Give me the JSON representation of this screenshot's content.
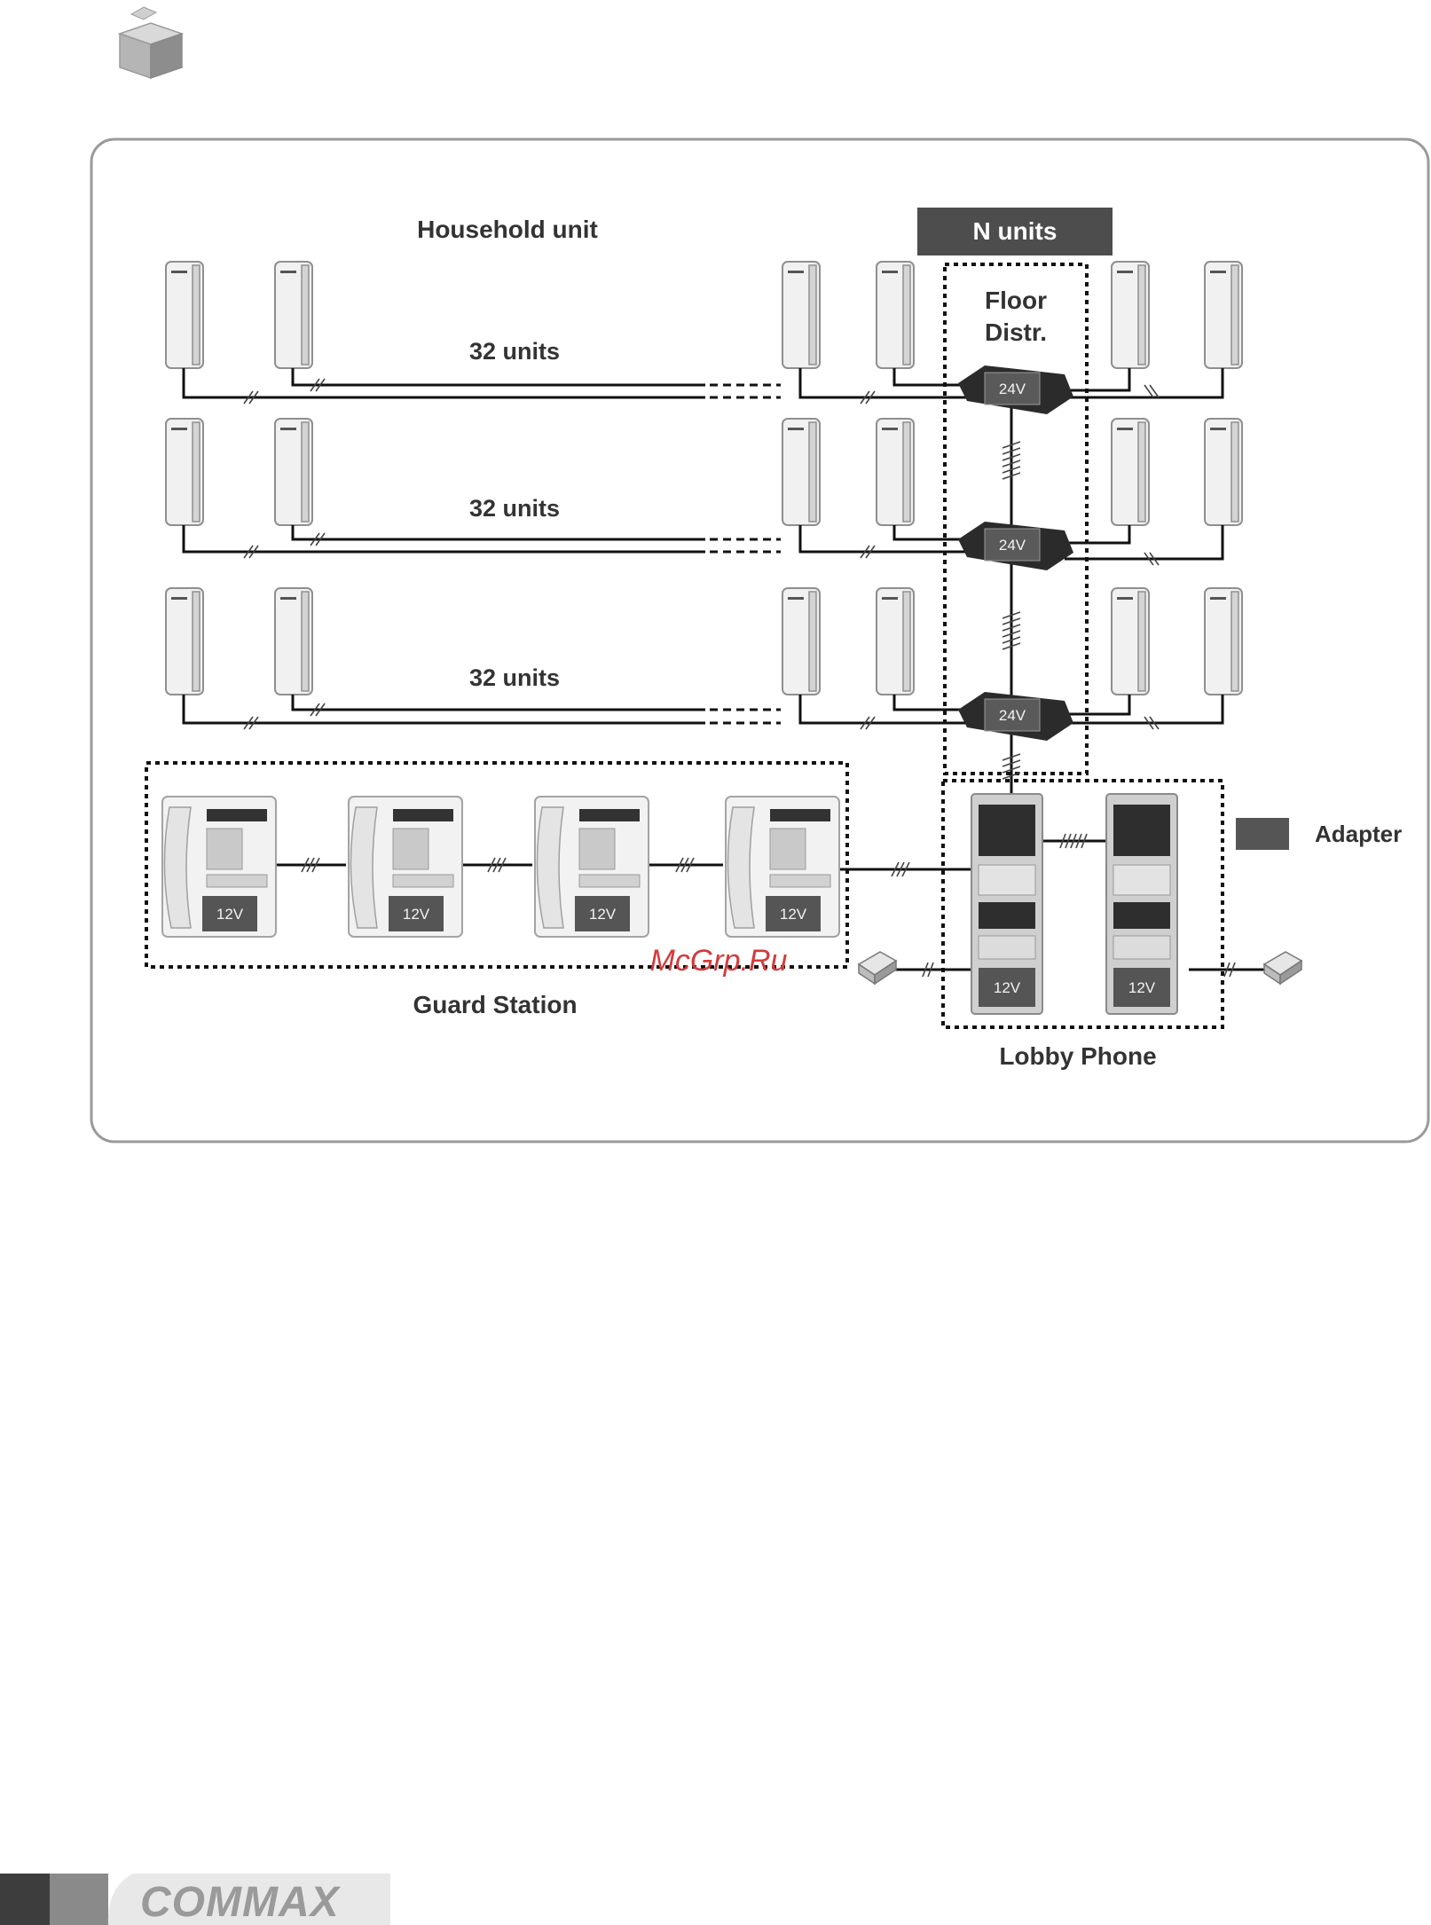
{
  "labels": {
    "household_unit": "Household unit",
    "n_units": "N units",
    "floor_distr_line1": "Floor",
    "floor_distr_line2": "Distr.",
    "row_units": [
      "32 units",
      "32 units",
      "32 units"
    ],
    "distributor_voltage": "24V",
    "station_voltage": "12V",
    "adapter": "Adapter",
    "guard_station": "Guard Station",
    "lobby_phone": "Lobby Phone",
    "watermark": "McGrp.Ru"
  },
  "brand": {
    "logo_text": "COMMAX"
  },
  "icons": {
    "header": "package-box-icon",
    "household": "intercom-handset-icon",
    "guard": "guard-station-phone-icon",
    "lobby": "lobby-door-panel-icon",
    "distributor": "floor-distributor-icon",
    "adapter": "adapter-box-icon",
    "reader": "card-reader-icon"
  },
  "colors": {
    "frame_border": "#9a9a9a",
    "dark_box": "#4d4d4d",
    "footer_dark": "#3d3d3d",
    "footer_mid": "#8a8a8a",
    "watermark": "#d23c3c"
  }
}
